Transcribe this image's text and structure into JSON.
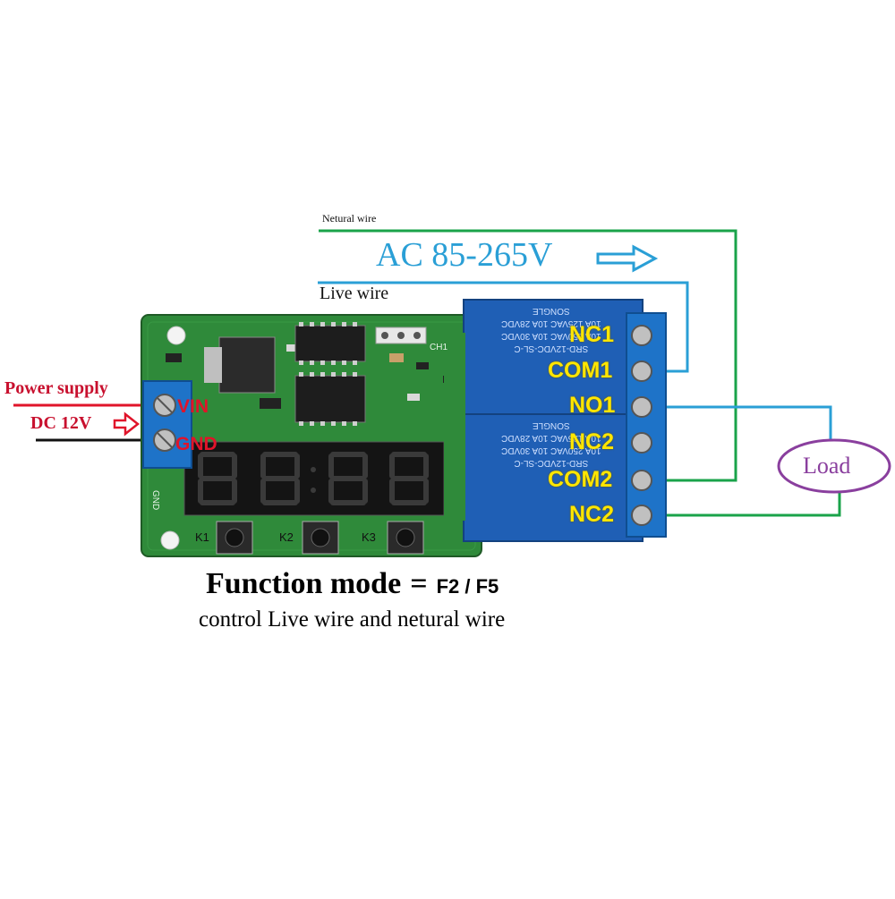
{
  "labels": {
    "neutral_wire": "Netural wire",
    "ac_voltage": "AC 85-265V",
    "live_wire": "Live wire",
    "power_supply": "Power supply",
    "dc_voltage": "DC 12V",
    "vin": "VIN",
    "gnd": "GND",
    "gnd_silk": "GND",
    "ch1": "CH1"
  },
  "relay_pins": [
    "NC1",
    "COM1",
    "NO1",
    "NC2",
    "COM2",
    "NC2"
  ],
  "relay_text": {
    "relay1": [
      "SRD-12VDC-SL-C",
      "10A 250VAC 10A 30VDC",
      "10A 125VAC 10A 28VDC",
      "SONGLE"
    ],
    "relay2": [
      "SRD-12VDC-SL-C",
      "10A 250VAC 10A 30VDC",
      "10A 125VAC 10A 28VDC",
      "SONGLE"
    ]
  },
  "keys": [
    "K1",
    "K2",
    "K3"
  ],
  "load_label": "Load",
  "caption": {
    "title": "Function mode",
    "equals": "=",
    "mode": "F2 / F5",
    "subtitle": "control Live wire and netural wire"
  },
  "colors": {
    "neutral": "#1aa34a",
    "live": "#2a9fd6",
    "power_red": "#e0142a",
    "pcb_green": "#2f8a3a",
    "relay_blue": "#1f5fb5",
    "terminal_blue": "#1e73c8",
    "load_purple": "#8a3f9e",
    "pin_yellow": "#ffe600"
  }
}
